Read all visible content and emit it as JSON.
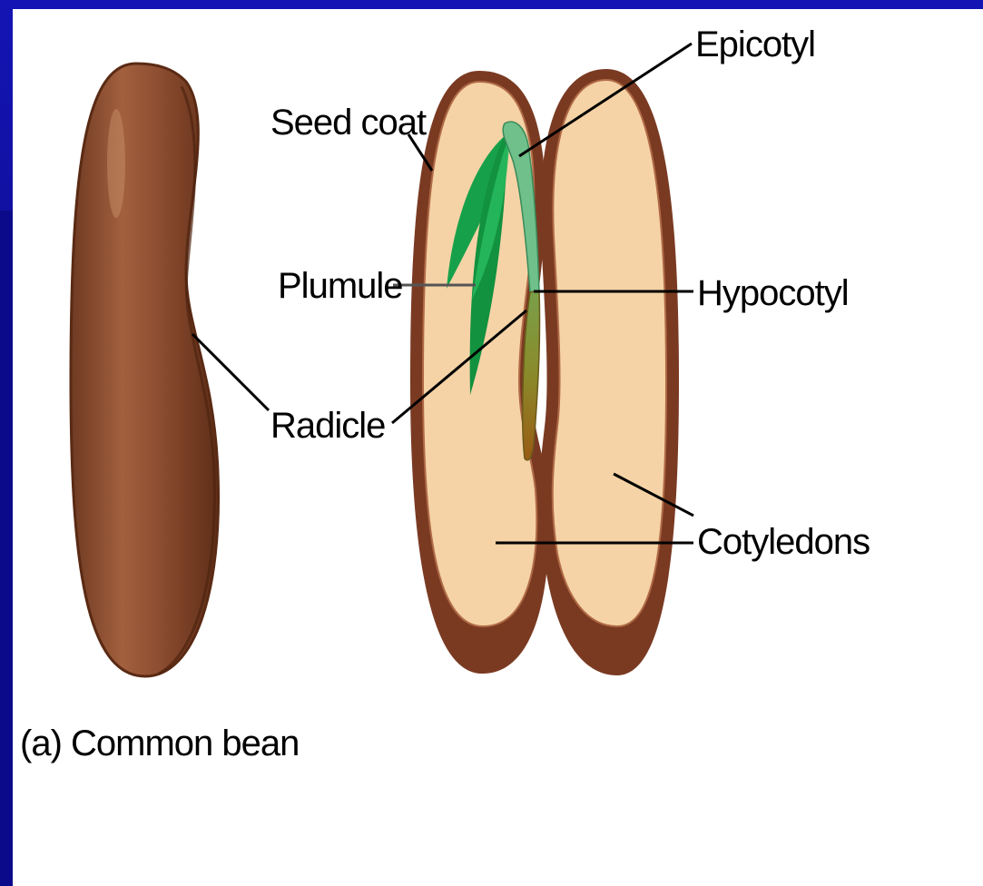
{
  "labels": {
    "epicotyl": "Epicotyl",
    "seed_coat": "Seed coat",
    "plumule": "Plumule",
    "hypocotyl": "Hypocotyl",
    "radicle": "Radicle",
    "cotyledons": "Cotyledons"
  },
  "caption": "(a) Common bean",
  "colors": {
    "slide_blue": "#1414b4",
    "bean_brown": "#8a4a30",
    "seed_coat": "#7a3a22",
    "cotyledon": "#f5d3a6",
    "plumule": "#1aa64a",
    "epicotyl": "#6fc08a",
    "hypocotyl": "#8a8a2a"
  }
}
